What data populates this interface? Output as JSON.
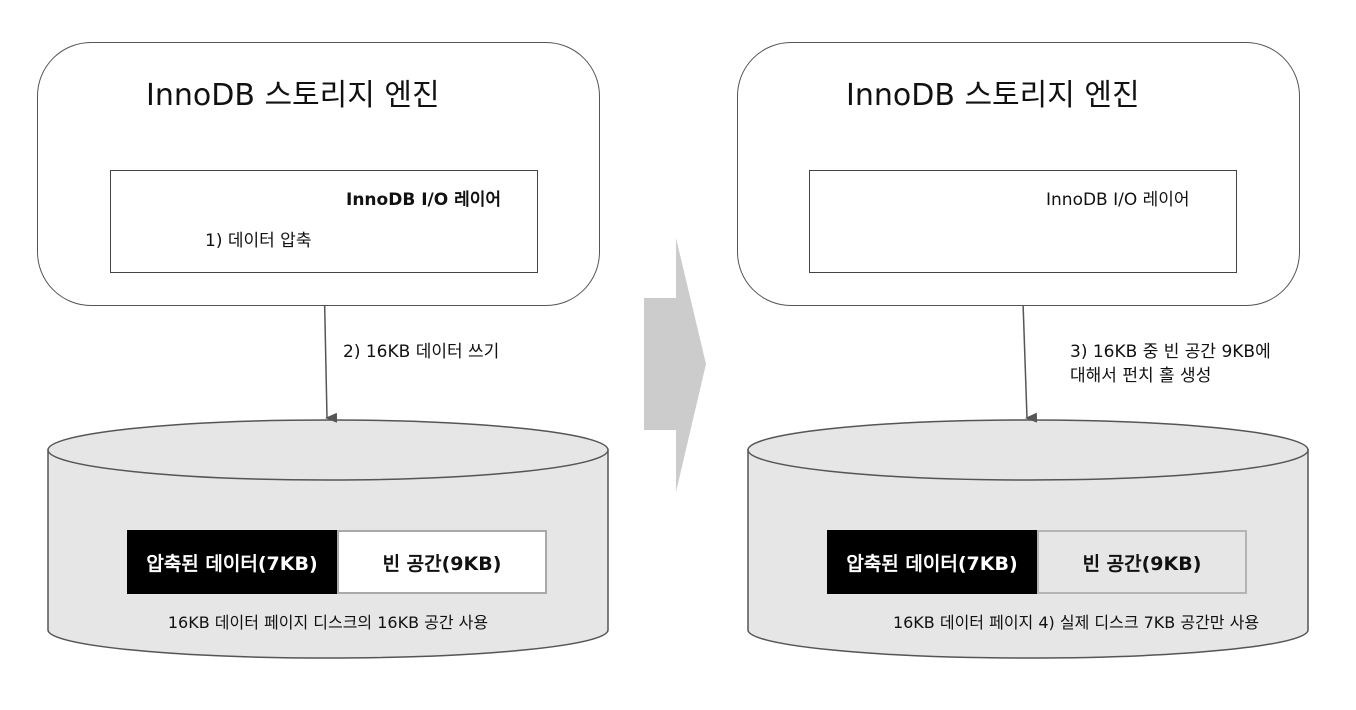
{
  "left": {
    "engine_title": "InnoDB 스토리지 엔진",
    "io_layer_label": "InnoDB I/O 레이어",
    "step1_label": "1) 데이터 압축",
    "step2_label": "2) 16KB 데이터 쓰기",
    "compressed_segment": "압축된 데이터(7KB)",
    "empty_segment": "빈 공간(9KB)",
    "disk_caption": "16KB 데이터 페이지 디스크의 16KB 공간 사용"
  },
  "right": {
    "engine_title": "InnoDB 스토리지 엔진",
    "io_layer_label": "InnoDB I/O 레이어",
    "step3_label": [
      "3) 16KB 중 빈 공간 9KB에",
      "대해서 펀치 홀 생성"
    ],
    "compressed_segment": "압축된 데이터(7KB)",
    "empty_segment": "빈 공간(9KB)",
    "disk_caption": "16KB 데이터 페이지 4) 실제 디스크 7KB 공간만 사용"
  },
  "colors": {
    "disk_fill": "#e6e6e6",
    "transition_arrow": "#cccccc",
    "compressed_segment": "#000000"
  },
  "icons": {
    "transition": "right-chevron-arrow"
  }
}
